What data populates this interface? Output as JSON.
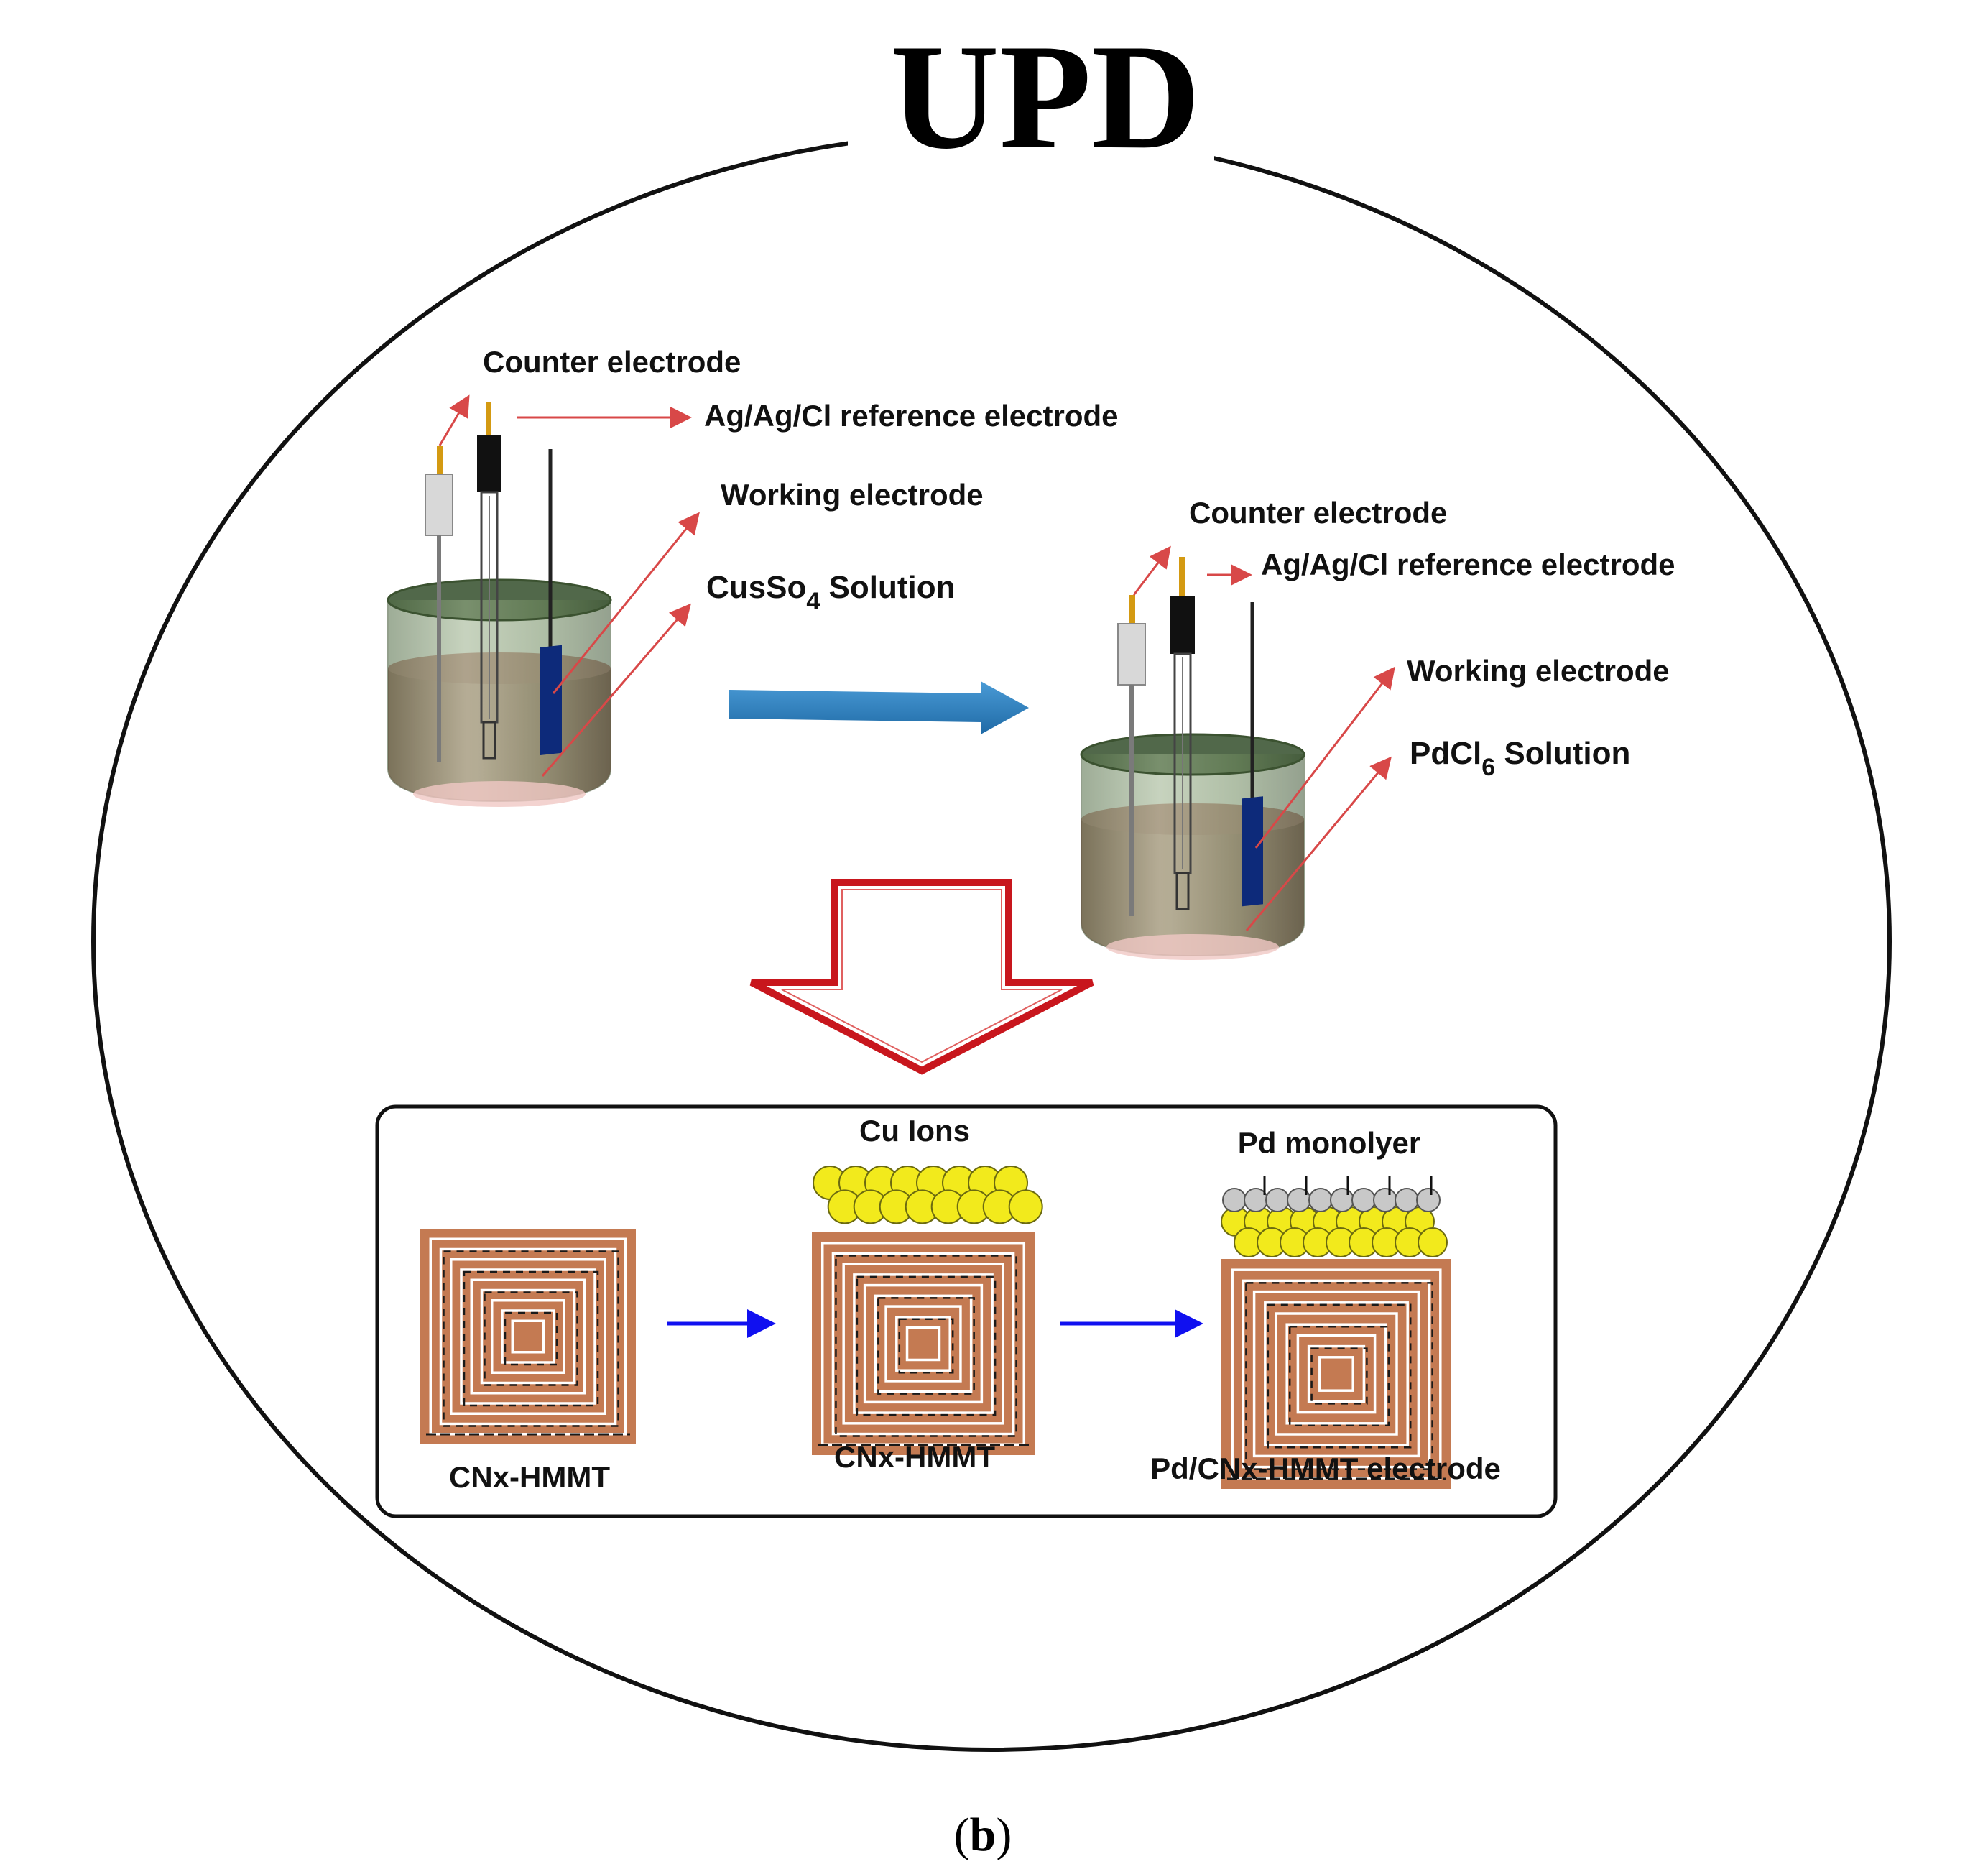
{
  "title": "UPD",
  "panel_label": {
    "open": "(",
    "letter": "b",
    "close": ")"
  },
  "cell1": {
    "counter": "Counter electrode",
    "reference": "Ag/Ag/Cl reference electrode",
    "working": "Working electrode",
    "solution_main": "CusSo",
    "solution_sub": "4",
    "solution_tail": " Solution"
  },
  "cell2": {
    "counter": "Counter electrode",
    "reference": "Ag/Ag/Cl reference electrode",
    "working": "Working electrode",
    "solution_main": "PdCl",
    "solution_sub": "6",
    "solution_tail": " Solution"
  },
  "stages": {
    "s1_label": "CNx-HMMT",
    "s2_top": "Cu Ions",
    "s2_label": "CNx-HMMT",
    "s3_top": "Pd monolyer",
    "s3_label": "Pd/CNx-HMMT electrode"
  },
  "colors": {
    "beaker_glass": "#6f8a5e",
    "solution": "#c98f8a",
    "working_plate": "#0d2a7a",
    "transfer_arrow": "#2b7bb9",
    "down_arrow": "#c8161d",
    "stage_arrow": "#1010f0",
    "substrate": "#c47a52",
    "cu_ion": "#f2ea1c",
    "pd_atom": "#c8c8c8"
  }
}
